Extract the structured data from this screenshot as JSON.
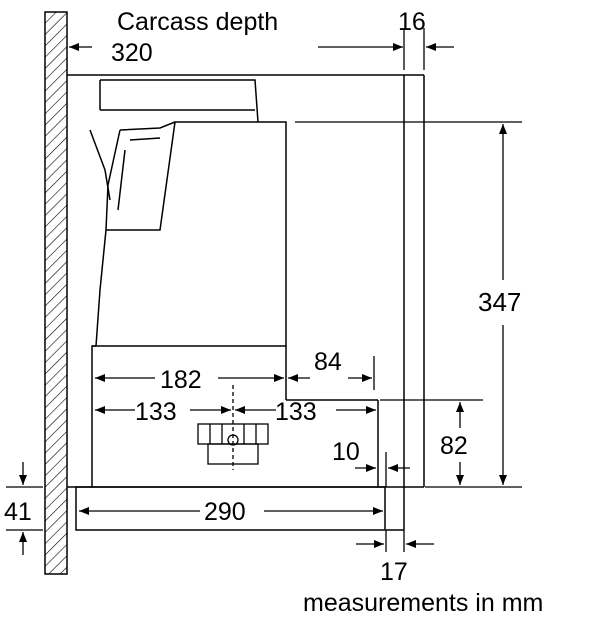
{
  "labels": {
    "carcass_depth_title": "Carcass depth",
    "carcass_depth_value": "320",
    "panel_thickness": "16",
    "height_total": "347",
    "width_182": "182",
    "width_84": "84",
    "offset_left_133": "133",
    "offset_right_133": "133",
    "height_82": "82",
    "gap_10": "10",
    "width_290": "290",
    "height_41": "41",
    "offset_17": "17",
    "units_note": "measurements in mm"
  },
  "colors": {
    "line": "#000000",
    "hatch": "#000000",
    "background": "#ffffff"
  }
}
